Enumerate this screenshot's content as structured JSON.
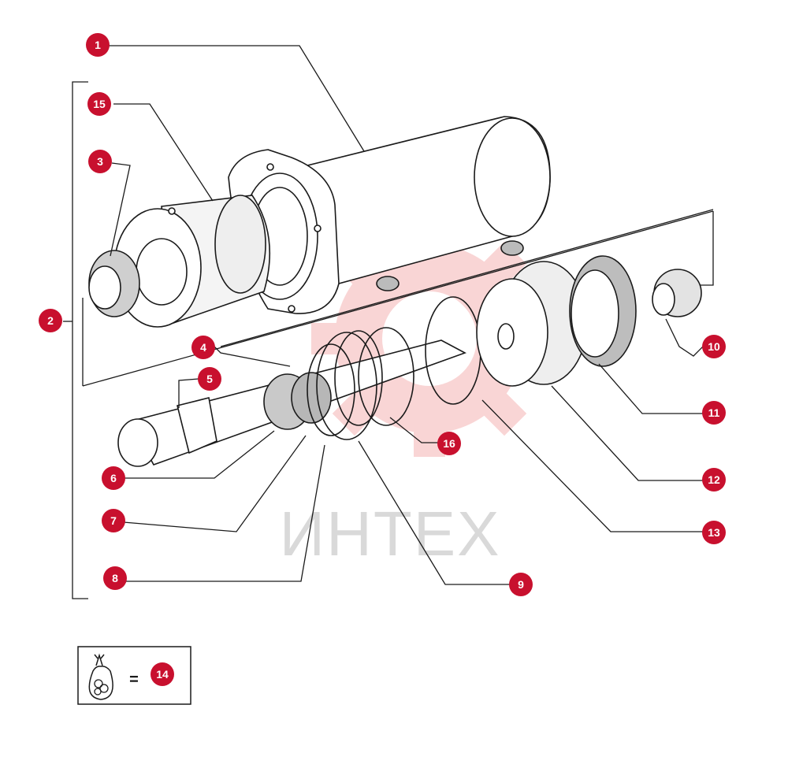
{
  "watermark": {
    "text": "ИНТЕХ",
    "color": "#f2a8a8"
  },
  "callout_color": "#c8102e",
  "callouts": {
    "c1": "1",
    "c2": "2",
    "c3": "3",
    "c4": "4",
    "c5": "5",
    "c6": "6",
    "c7": "7",
    "c8": "8",
    "c9": "9",
    "c10": "10",
    "c11": "11",
    "c12": "12",
    "c13": "13",
    "c14": "14",
    "c15": "15",
    "c16": "16"
  },
  "kit_legend": {
    "icon": "seal-kit-bag-icon",
    "equals": "=",
    "ref": "14"
  }
}
